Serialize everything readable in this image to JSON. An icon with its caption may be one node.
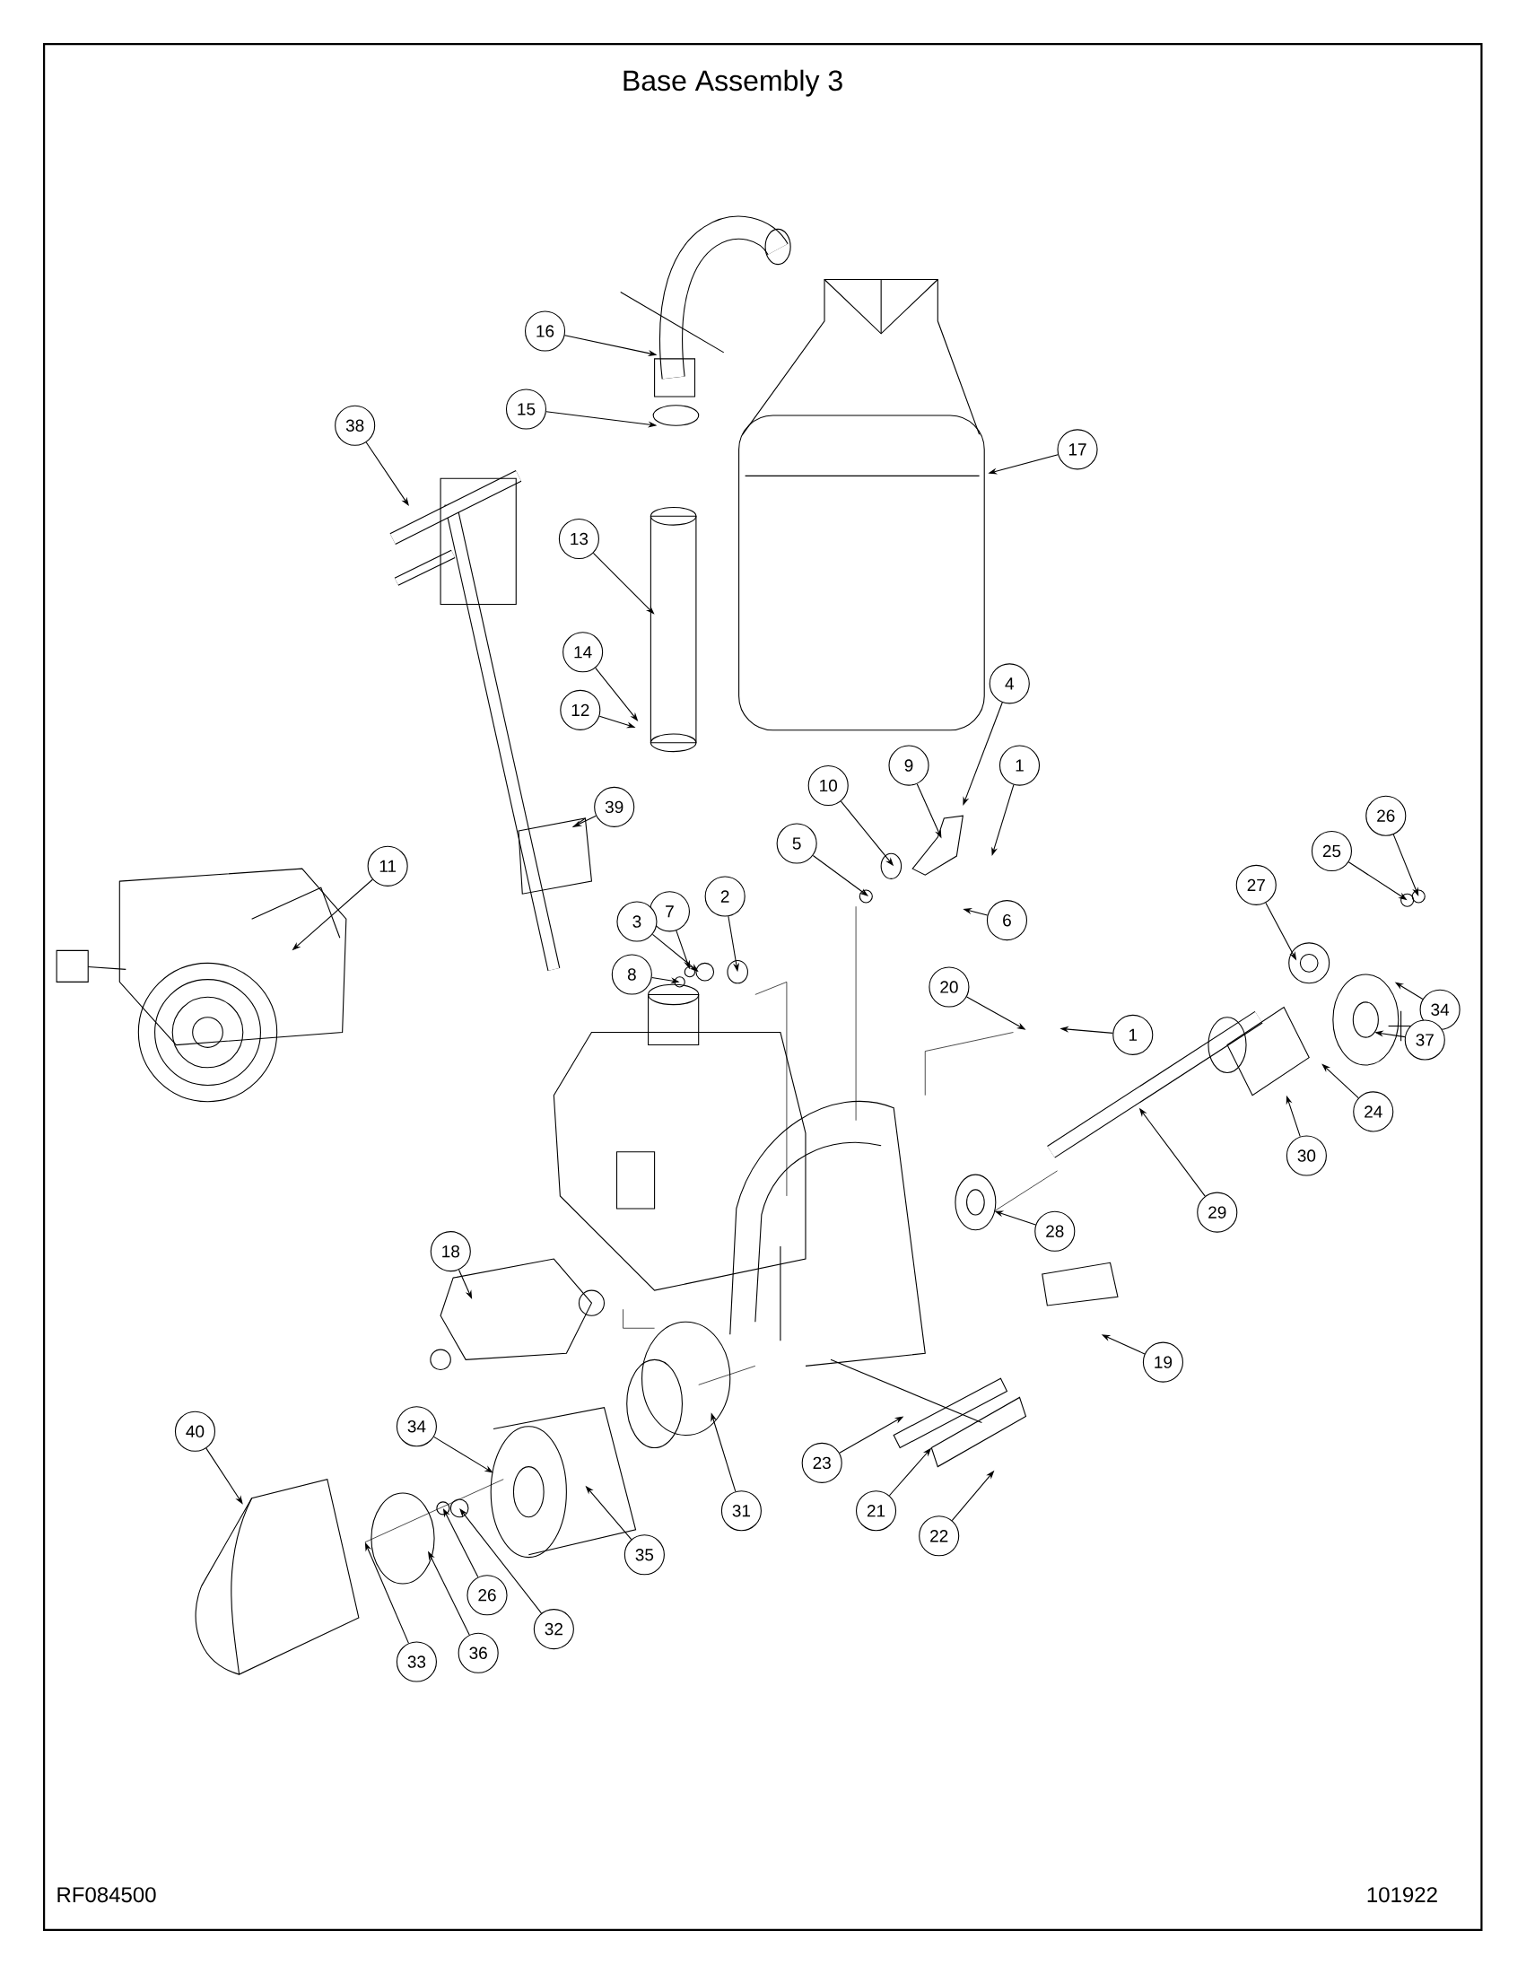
{
  "diagram": {
    "title": "Base Assembly 3",
    "nodes": [
      {
        "text": [
          "16"
        ]
      },
      {
        "text": [
          "15"
        ]
      },
      {
        "text": [
          "38"
        ]
      },
      {
        "text": [
          "17"
        ]
      },
      {
        "text": [
          "13"
        ]
      },
      {
        "text": [
          "14"
        ]
      },
      {
        "text": [
          "12"
        ]
      },
      {
        "text": [
          "4"
        ]
      },
      {
        "text": [
          "9"
        ]
      },
      {
        "text": [
          "1"
        ]
      },
      {
        "text": [
          "10"
        ]
      },
      {
        "text": [
          "5"
        ]
      },
      {
        "text": [
          "39"
        ]
      },
      {
        "text": [
          "11"
        ]
      },
      {
        "text": [
          "7"
        ]
      },
      {
        "text": [
          "2"
        ]
      },
      {
        "text": [
          "3"
        ]
      },
      {
        "text": [
          "8"
        ]
      },
      {
        "text": [
          "6"
        ]
      },
      {
        "text": [
          "27"
        ]
      },
      {
        "text": [
          "25"
        ]
      },
      {
        "text": [
          "26"
        ]
      },
      {
        "text": [
          "20"
        ]
      },
      {
        "text": [
          "1"
        ]
      },
      {
        "text": [
          "34"
        ]
      },
      {
        "text": [
          "37"
        ]
      },
      {
        "text": [
          "24"
        ]
      },
      {
        "text": [
          "30"
        ]
      },
      {
        "text": [
          "29"
        ]
      },
      {
        "text": [
          "28"
        ]
      },
      {
        "text": [
          "18"
        ]
      },
      {
        "text": [
          "19"
        ]
      },
      {
        "text": [
          "40"
        ]
      },
      {
        "text": [
          "34"
        ]
      },
      {
        "text": [
          "23"
        ]
      },
      {
        "text": [
          "21"
        ]
      },
      {
        "text": [
          "22"
        ]
      },
      {
        "text": [
          "31"
        ]
      },
      {
        "text": [
          "35"
        ]
      },
      {
        "text": [
          "26"
        ]
      },
      {
        "text": [
          "32"
        ]
      },
      {
        "text": [
          "36"
        ]
      },
      {
        "text": [
          "33"
        ]
      }
    ],
    "edges": [
      {
        "from": 0,
        "to": null,
        "arrow": "to"
      },
      {
        "from": 1,
        "to": null,
        "arrow": "to"
      },
      {
        "from": 2,
        "to": null,
        "arrow": "to"
      },
      {
        "from": 3,
        "to": null,
        "arrow": "to"
      },
      {
        "from": 4,
        "to": null,
        "arrow": "to"
      },
      {
        "from": 5,
        "to": null,
        "arrow": "to"
      },
      {
        "from": 6,
        "to": null,
        "arrow": "to"
      },
      {
        "from": 7,
        "to": null,
        "arrow": "to"
      },
      {
        "from": 8,
        "to": null,
        "arrow": "to"
      },
      {
        "from": 9,
        "to": null,
        "arrow": "to"
      },
      {
        "from": 10,
        "to": null,
        "arrow": "to"
      },
      {
        "from": 11,
        "to": null,
        "arrow": "to"
      },
      {
        "from": 12,
        "to": null,
        "arrow": "to"
      },
      {
        "from": 13,
        "to": null,
        "arrow": "to"
      },
      {
        "from": 14,
        "to": null,
        "arrow": "to"
      },
      {
        "from": 15,
        "to": null,
        "arrow": "to"
      },
      {
        "from": 16,
        "to": null,
        "arrow": "to"
      },
      {
        "from": 17,
        "to": null,
        "arrow": "to"
      },
      {
        "from": 18,
        "to": null,
        "arrow": "to"
      },
      {
        "from": 19,
        "to": null,
        "arrow": "to"
      },
      {
        "from": 20,
        "to": null,
        "arrow": "to"
      },
      {
        "from": 21,
        "to": null,
        "arrow": "to"
      },
      {
        "from": 22,
        "to": null,
        "arrow": "to"
      },
      {
        "from": 23,
        "to": null,
        "arrow": "to"
      },
      {
        "from": 24,
        "to": null,
        "arrow": "to"
      },
      {
        "from": 25,
        "to": null,
        "arrow": "to"
      },
      {
        "from": 26,
        "to": null,
        "arrow": "to"
      },
      {
        "from": 27,
        "to": null,
        "arrow": "to"
      },
      {
        "from": 28,
        "to": null,
        "arrow": "to"
      },
      {
        "from": 29,
        "to": null,
        "arrow": "to"
      },
      {
        "from": 30,
        "to": null,
        "arrow": "to"
      },
      {
        "from": 31,
        "to": null,
        "arrow": "to"
      },
      {
        "from": 32,
        "to": null,
        "arrow": "to"
      },
      {
        "from": 33,
        "to": null,
        "arrow": "to"
      },
      {
        "from": 34,
        "to": null,
        "arrow": "to"
      },
      {
        "from": 35,
        "to": null,
        "arrow": "to"
      },
      {
        "from": 36,
        "to": null,
        "arrow": "to"
      },
      {
        "from": 37,
        "to": null,
        "arrow": "to"
      },
      {
        "from": 38,
        "to": null,
        "arrow": "to"
      },
      {
        "from": 39,
        "to": null,
        "arrow": "to"
      },
      {
        "from": 40,
        "to": null,
        "arrow": "to"
      },
      {
        "from": 41,
        "to": null,
        "arrow": "to"
      },
      {
        "from": 42,
        "to": null,
        "arrow": "to"
      }
    ],
    "labels": [
      "RF084500",
      "101922"
    ]
  }
}
